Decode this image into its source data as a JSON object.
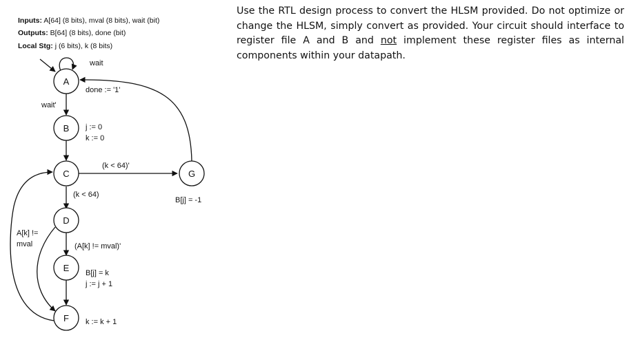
{
  "header": {
    "inputs": {
      "label": "Inputs:",
      "text": "A[64] (8 bits), mval (8 bits), wait (bit)"
    },
    "outputs": {
      "label": "Outputs:",
      "text": "B[64] (8 bits), done (bit)"
    },
    "local": {
      "label": "Local Stg:",
      "text": "j (6 bits), k (8 bits)"
    }
  },
  "instructions": {
    "part1": "Use the RTL design process to convert the HLSM provided. Do not optimize or change the HLSM, simply convert as provided. Your circuit should interface to register file A and B and ",
    "underlined": "not",
    "part2": " implement these register files as internal components within your datapath."
  },
  "states": {
    "A": "A",
    "B": "B",
    "C": "C",
    "D": "D",
    "E": "E",
    "F": "F",
    "G": "G"
  },
  "actions": {
    "a_done": "done := '1'",
    "b_j": "j := 0",
    "b_k": "k := 0",
    "g_b": "B[j] = -1",
    "e_b": "B[j] = k",
    "e_j": "j := j + 1",
    "f_k": "k := k + 1"
  },
  "conditions": {
    "wait": "wait",
    "wait_not": "wait'",
    "c_to_g": "(k < 64)'",
    "c_to_d": "(k < 64)",
    "d_to_e": "(A[k] != mval)'",
    "d_to_f_line1": "A[k] !=",
    "d_to_f_line2": "mval"
  }
}
